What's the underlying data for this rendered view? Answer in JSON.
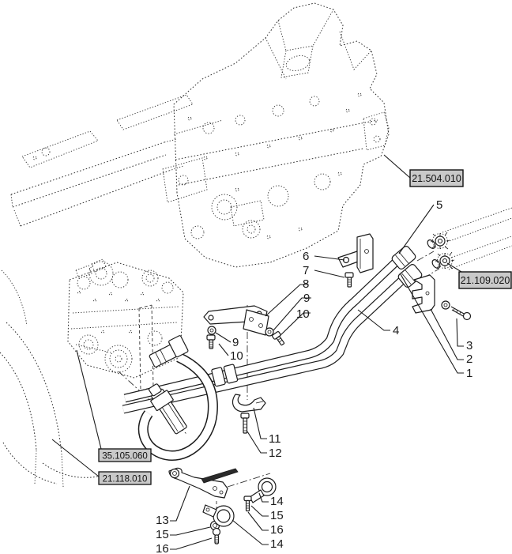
{
  "page": {
    "background": "#ffffff",
    "line_color": "#1c1c1c",
    "box_fill": "#c9c9c9",
    "box_border": "#111111"
  },
  "ref_boxes": [
    {
      "label": "21.504.010"
    },
    {
      "label": "21.109.020"
    },
    {
      "label": "35.105.060"
    },
    {
      "label": "21.118.010"
    }
  ],
  "callouts": [
    {
      "label": "5"
    },
    {
      "label": "6"
    },
    {
      "label": "7"
    },
    {
      "label": "8"
    },
    {
      "label": "9"
    },
    {
      "label": "10"
    },
    {
      "label": "9"
    },
    {
      "label": "10"
    },
    {
      "label": "4"
    },
    {
      "label": "3"
    },
    {
      "label": "2"
    },
    {
      "label": "1"
    },
    {
      "label": "11"
    },
    {
      "label": "12"
    },
    {
      "label": "13"
    },
    {
      "label": "15"
    },
    {
      "label": "16"
    },
    {
      "label": "14"
    },
    {
      "label": "15"
    },
    {
      "label": "16"
    },
    {
      "label": "14"
    }
  ]
}
